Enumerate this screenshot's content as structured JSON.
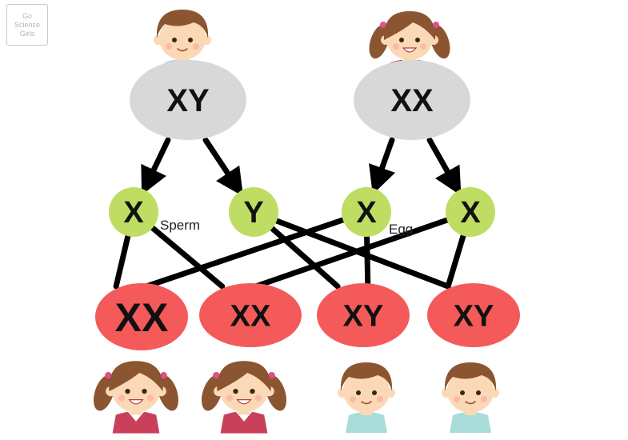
{
  "watermark": {
    "line1": "Go",
    "line2": "Science",
    "line3": "Girls"
  },
  "parents": [
    {
      "label": "XY",
      "person": "boy"
    },
    {
      "label": "XX",
      "person": "girl"
    }
  ],
  "gametes": [
    {
      "label": "X",
      "parent": 0
    },
    {
      "label": "Y",
      "parent": 0
    },
    {
      "label": "X",
      "parent": 1
    },
    {
      "label": "X",
      "parent": 1
    }
  ],
  "gamete_labels": {
    "sperm": "Sperm",
    "egg": "Egg"
  },
  "offspring": [
    {
      "label": "XX",
      "person": "girl"
    },
    {
      "label": "XX",
      "person": "girl"
    },
    {
      "label": "XY",
      "person": "boy"
    },
    {
      "label": "XY",
      "person": "boy"
    }
  ],
  "links": [
    {
      "gamete": 0,
      "child": 0
    },
    {
      "gamete": 0,
      "child": 1
    },
    {
      "gamete": 1,
      "child": 2
    },
    {
      "gamete": 1,
      "child": 3
    },
    {
      "gamete": 2,
      "child": 0
    },
    {
      "gamete": 2,
      "child": 2
    },
    {
      "gamete": 3,
      "child": 1
    },
    {
      "gamete": 3,
      "child": 3
    }
  ],
  "colors": {
    "parent_fill": "#d8d8d8",
    "gamete_fill": "#bedd62",
    "child_fill": "#f45a5a",
    "line": "#000000",
    "skin": "#fcd9b6",
    "hair": "#8a5530",
    "boy_shirt": "#a8dcd8",
    "girl_shirt": "#c9405a"
  }
}
